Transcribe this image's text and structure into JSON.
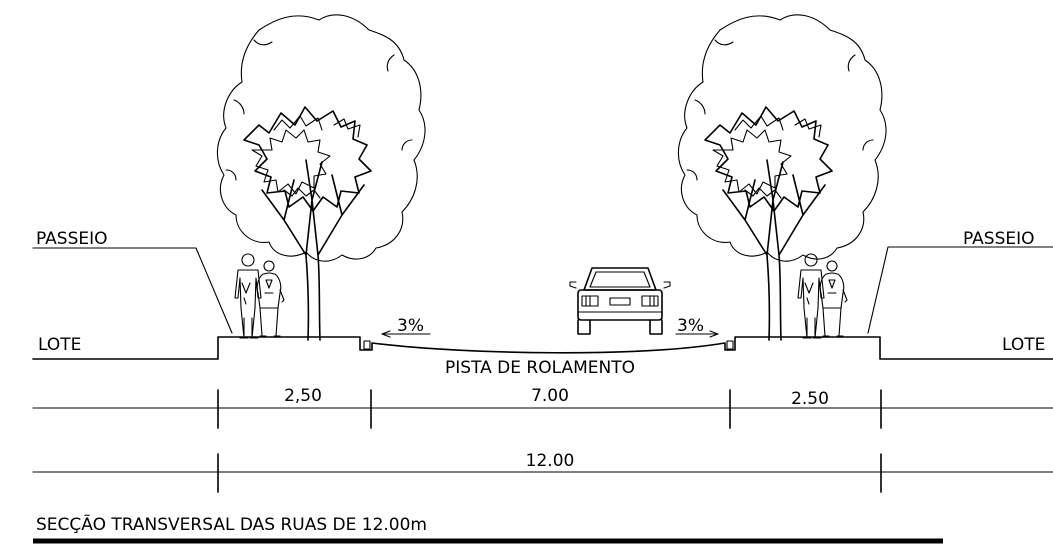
{
  "labels": {
    "passeio_left": "PASSEIO",
    "passeio_right": "PASSEIO",
    "lote_left": "LOTE",
    "lote_right": "LOTE",
    "pista": "PISTA DE ROLAMENTO",
    "slope_left": "3%",
    "slope_right": "3%"
  },
  "dimensions": {
    "sidewalk_left": "2,50",
    "roadway": "7.00",
    "sidewalk_right": "2.50",
    "total": "12.00"
  },
  "title": "SECÇÃO TRANSVERSAL DAS RUAS DE 12.00m"
}
